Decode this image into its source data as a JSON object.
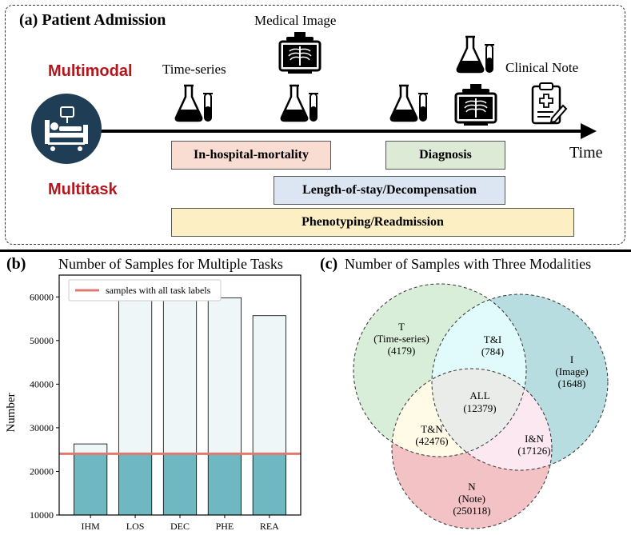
{
  "panel_a": {
    "title": "(a) Patient Admission",
    "multimodal": "Multimodal",
    "multitask": "Multitask",
    "timeseries_label": "Time-series",
    "medical_image_label": "Medical Image",
    "clinical_note_label": "Clinical Note",
    "time_label": "Time",
    "tasks": {
      "ihm": "In-hospital-mortality",
      "diagnosis": "Diagnosis",
      "los": "Length-of-stay/Decompensation",
      "pheno": "Phenotyping/Readmission"
    },
    "colors": {
      "ihm": "#f9ddd3",
      "diagnosis": "#dcead6",
      "los": "#dbe6f2",
      "pheno": "#fcefc4",
      "icon_bg": "#1f3d55"
    }
  },
  "panel_b": {
    "label": "(b)",
    "title": "Number of Samples for Multiple Tasks"
  },
  "panel_c": {
    "label": "(c)",
    "title": "Number of Samples with Three Modalities",
    "regions": {
      "t_line1": "T",
      "t_line2": "(Time-series)",
      "t_line3": "(4179)",
      "ti_line1": "T&I",
      "ti_line2": "(784)",
      "i_line1": "I",
      "i_line2": "(Image)",
      "i_line3": "(1648)",
      "all_line1": "ALL",
      "all_line2": "(12379)",
      "tn_line1": "T&N",
      "tn_line2": "(42476)",
      "in_line1": "I&N",
      "in_line2": "(17126)",
      "n_line1": "N",
      "n_line2": "(Note)",
      "n_line3": "(250118)"
    },
    "colors": {
      "T": "#d9eed8",
      "I": "#b8dde0",
      "N": "#f2c2c4",
      "TI": "#e1fbfc",
      "TN": "#fffbe6",
      "IN": "#fbe8f0",
      "ALL": "#e9ece8"
    }
  },
  "chart_data": {
    "type": "bar",
    "title": "Number of Samples for Multiple Tasks",
    "categories": [
      "IHM",
      "LOS",
      "DEC",
      "PHE",
      "REA"
    ],
    "values": [
      26300,
      59500,
      59300,
      59800,
      55700
    ],
    "reference_line": {
      "name": "samples with all task labels",
      "value": 24050,
      "color": "#e07a6f"
    },
    "ylabel": "Number",
    "xlabel": "",
    "ylim": [
      10000,
      65000
    ],
    "yticks": [
      "10000",
      "20000",
      "30000",
      "40000",
      "50000",
      "60000"
    ],
    "ytick_values": [
      10000,
      20000,
      30000,
      40000,
      50000,
      60000
    ],
    "bar_fill_upper": "#eef6f8",
    "bar_fill_lower": "#6fb8c2",
    "legend_position": "top-left"
  }
}
